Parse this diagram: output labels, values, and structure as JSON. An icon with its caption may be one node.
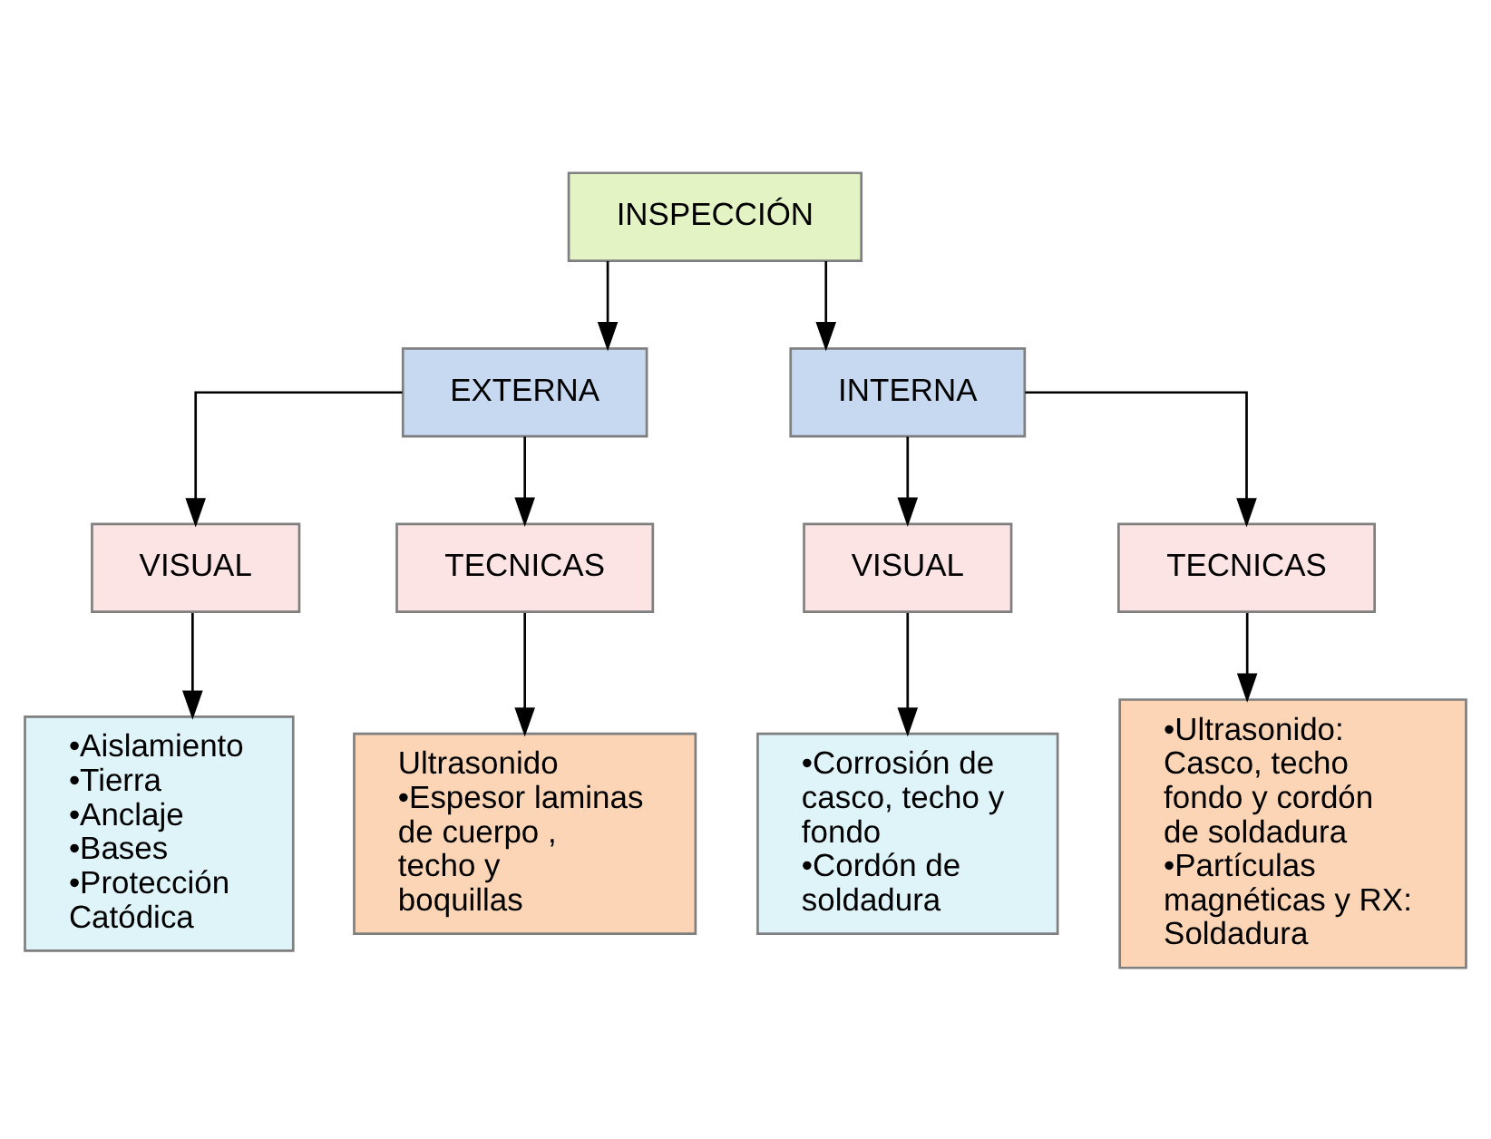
{
  "diagram": {
    "nodes": [
      {
        "text": [
          "INSPECCIÓN"
        ]
      },
      {
        "text": [
          "EXTERNA"
        ]
      },
      {
        "text": [
          "INTERNA"
        ]
      },
      {
        "text": [
          "VISUAL"
        ]
      },
      {
        "text": [
          "TECNICAS"
        ]
      },
      {
        "text": [
          "VISUAL"
        ]
      },
      {
        "text": [
          "TECNICAS"
        ]
      },
      {
        "text": [
          "•Aislamiento",
          "•Tierra",
          "•Anclaje",
          "•Bases",
          "•Protección Catódica"
        ]
      },
      {
        "text": [
          "Ultrasonido",
          "•Espesor laminas de cuerpo , techo y boquillas"
        ]
      },
      {
        "text": [
          "•Corrosión de casco, techo y fondo",
          "•Cordón de soldadura"
        ]
      },
      {
        "text": [
          "•Ultrasonido: Casco, techo fondo y cordón de soldadura",
          "•Partículas magnéticas y RX: Soldadura"
        ]
      }
    ],
    "edges": [
      {
        "from": 0,
        "to": 1,
        "arrow": "to"
      },
      {
        "from": 0,
        "to": 2,
        "arrow": "to"
      },
      {
        "from": 1,
        "to": 3,
        "arrow": "to"
      },
      {
        "from": 1,
        "to": 4,
        "arrow": "to"
      },
      {
        "from": 2,
        "to": 5,
        "arrow": "to"
      },
      {
        "from": 2,
        "to": 6,
        "arrow": "to"
      },
      {
        "from": 3,
        "to": 7,
        "arrow": "to"
      },
      {
        "from": 4,
        "to": 8,
        "arrow": "to"
      },
      {
        "from": 5,
        "to": 9,
        "arrow": "to"
      },
      {
        "from": 6,
        "to": 10,
        "arrow": "to"
      }
    ]
  }
}
